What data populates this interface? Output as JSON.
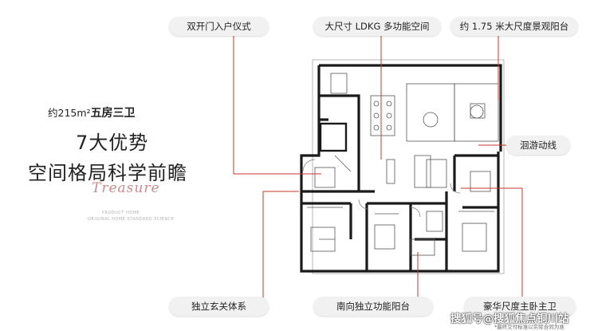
{
  "headline": {
    "area_prefix": "约",
    "area_value": "215m²",
    "layout": "五房三卫",
    "line1": "7大优势",
    "line2": "空间格局科学前瞻",
    "script": "Treasure",
    "fine_line1": "PRODUCT HOME",
    "fine_line2": "ORIGINAL HOME STANDARD SCIENCE"
  },
  "callouts": {
    "entry": "双开门入户仪式",
    "ldkg": "大尺寸 LDKG 多功能空间",
    "balcony": "约 1.75 米大尺度景观阳台",
    "circulation": "洄游动线",
    "foyer": "独立玄关体系",
    "south_balcony": "南向独立功能阳台",
    "master": "豪华尺度主卧主卫"
  },
  "watermark": {
    "text": "搜狐号@搜狐焦点铜川站",
    "disclaimer": "*最终交付标准以实际合同为准"
  },
  "colors": {
    "accent_line": "#c0392b",
    "pill_bg": "#f1f1f1",
    "script": "#c98b8b",
    "wall": "#1a1a1a"
  }
}
